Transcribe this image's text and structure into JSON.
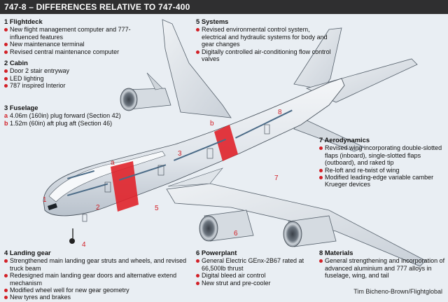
{
  "title": "747-8 – DIFFERENCES RELATIVE TO 747-400",
  "credit": "Tim Bicheno-Brown/Flightglobal",
  "colors": {
    "accent": "#d21f26",
    "titlebar": "#2f2f30",
    "background": "#e9eef3"
  },
  "sections": {
    "flightdeck": {
      "heading": "1 Flightdeck",
      "items": [
        "New flight management computer and 777-influenced features",
        "New maintenance terminal",
        "Revised central maintenance computer"
      ]
    },
    "cabin": {
      "heading": "2 Cabin",
      "items": [
        "Door 2 stair entryway",
        "LED lighting",
        "787 inspired Interior"
      ]
    },
    "fuselage": {
      "heading": "3 Fuselage",
      "items": [
        {
          "letter": "a",
          "text": "4.06m (160in) plug forward (Section 42)"
        },
        {
          "letter": "b",
          "text": "1.52m (60in) aft plug aft (Section 46)"
        }
      ]
    },
    "systems": {
      "heading": "5 Systems",
      "items": [
        "Revised environmental control system, electrical and hydraulic systems for body and gear changes",
        "Digitally controlled air-conditioning flow control valves"
      ]
    },
    "aerodynamics": {
      "heading": "7 Aerodynamics",
      "items": [
        "Revised wing incorporating double-slotted flaps (inboard), single-slotted flaps (outboard), and raked tip",
        "Re-loft and re-twist of wing",
        "Modified leading-edge variable camber Krueger devices"
      ]
    },
    "landing_gear": {
      "heading": "4 Landing gear",
      "items": [
        "Strengthened main landing gear struts and wheels, and revised truck beam",
        "Redesigned main landing gear doors and alternative extend mechanism",
        "Modified wheel well for new gear geometry",
        "New tyres and brakes"
      ]
    },
    "powerplant": {
      "heading": "6 Powerplant",
      "items": [
        "General Electric GEnx-2B67 rated at 66,500lb thrust",
        "Digital bleed air control",
        "New strut and pre-cooler"
      ]
    },
    "materials": {
      "heading": "8 Materials",
      "items": [
        "General strengthening and incorporation of advanced aluminium and 777 alloys in fuselage, wing, and tail"
      ]
    }
  },
  "callouts": {
    "n1": "1",
    "n2": "2",
    "n3": "3",
    "n4": "4",
    "n5": "5",
    "n6": "6",
    "n7": "7",
    "n8": "8",
    "a": "a",
    "b": "b"
  }
}
